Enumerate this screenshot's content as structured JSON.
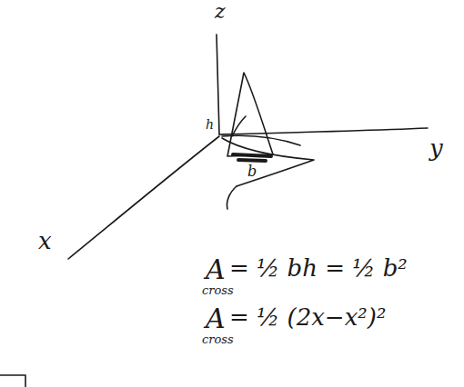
{
  "diagram": {
    "labels": [
      "z",
      "y",
      "x",
      "h",
      "b",
      "A",
      "cross",
      "= ½ bh = ½ b²",
      "A",
      "cross",
      "= ½ (2x−x²)²"
    ]
  }
}
